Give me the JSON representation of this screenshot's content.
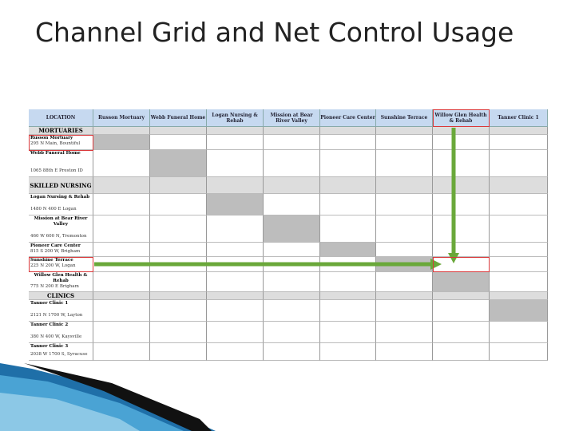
{
  "slide": {
    "title": "Channel Grid and Net Control Usage"
  },
  "table": {
    "columns": [
      "LOCATION",
      "Russon Mortuary",
      "Webb Funeral Home",
      "Logan Nursing & Rehab",
      "Mission at Bear River Valley",
      "Pioneer Care Center",
      "Sunshine Terrace",
      "Willow Glen Health & Rehab",
      "Tanner Clinic 1"
    ],
    "rows": [
      {
        "section": "MORTUARIES"
      },
      {
        "name": "Russon Mortuary",
        "address": "295 N Main, Bountiful",
        "filled_col": 1
      },
      {
        "name": "Webb Funeral Home",
        "address": "1065 88th E Preston ID",
        "filled_col": 2
      },
      {
        "section": "SKILLED NURSING"
      },
      {
        "name": "Logan Nursing & Rehab",
        "address": "1480 N 400 E Logan",
        "filled_col": 3
      },
      {
        "name": "Mission at Bear River Valley",
        "address": "460 W 600 N, Tremonton",
        "filled_col": 4
      },
      {
        "name": "Pioneer Care Center",
        "address": "815 S 200 W, Brigham",
        "filled_col": 5
      },
      {
        "name": "Sunshine Terrace",
        "address": "225 N 200 W, Logan",
        "filled_col": 6
      },
      {
        "name": "Willow Glen Health & Rehab",
        "address": "775 N 200 E Brigham",
        "filled_col": 7
      },
      {
        "section": "CLINICS"
      },
      {
        "name": "Tanner Clinic 1",
        "address": "2121 N 1700 W, Layton",
        "filled_col": 8
      },
      {
        "name": "Tanner Clinic 2",
        "address": "380 N 400 W, Kaysville",
        "filled_col": null
      },
      {
        "name": "Tanner Clinic 3",
        "address": "2038 W 1700 S, Syracuse",
        "filled_col": null
      }
    ]
  },
  "colors": {
    "header": "#c6d9f0",
    "highlight": "#d9383a",
    "arrow": "#6aa83a",
    "filled": "#bdbdbd"
  }
}
